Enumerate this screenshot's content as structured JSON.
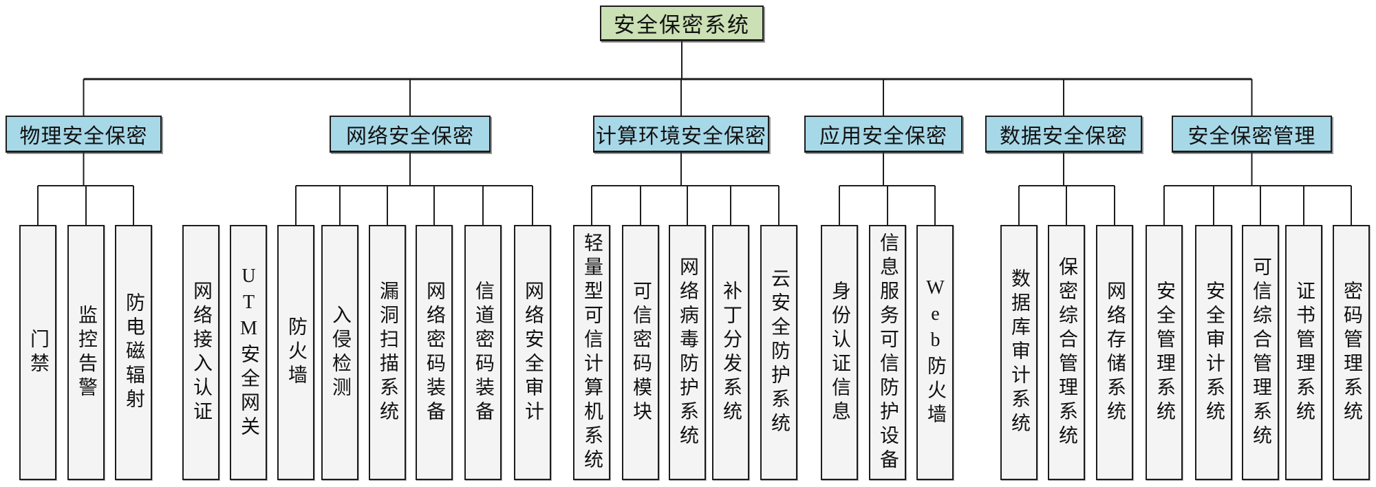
{
  "diagram": {
    "root": {
      "label": "安全保密系统"
    },
    "groups": [
      {
        "label": "物理安全保密",
        "children": [
          {
            "label": "门禁",
            "connected": true
          },
          {
            "label": "监控告警",
            "connected": true
          },
          {
            "label": "防电磁辐射",
            "connected": true
          }
        ]
      },
      {
        "label": "网络安全保密",
        "children": [
          {
            "label": "网络接入认证",
            "connected": false
          },
          {
            "label": "UTM安全网关",
            "connected": false
          },
          {
            "label": "防火墙",
            "connected": true
          },
          {
            "label": "入侵检测",
            "connected": true
          },
          {
            "label": "漏洞扫描系统",
            "connected": true
          },
          {
            "label": "网络密码装备",
            "connected": true
          },
          {
            "label": "信道密码装备",
            "connected": true
          },
          {
            "label": "网络安全审计",
            "connected": true
          }
        ]
      },
      {
        "label": "计算环境安全保密",
        "children": [
          {
            "label": "轻量型可信计算机系统",
            "connected": true
          },
          {
            "label": "可信密码模块",
            "connected": true
          },
          {
            "label": "网络病毒防护系统",
            "connected": true
          },
          {
            "label": "补丁分发系统",
            "connected": true
          },
          {
            "label": "云安全防护系统",
            "connected": true
          }
        ]
      },
      {
        "label": "应用安全保密",
        "children": [
          {
            "label": "身份认证信息",
            "connected": true
          },
          {
            "label": "信息服务可信防护设备",
            "connected": true
          },
          {
            "label": "Web防火墙",
            "connected": true
          }
        ]
      },
      {
        "label": "数据安全保密",
        "children": [
          {
            "label": "数据库审计系统",
            "connected": true
          },
          {
            "label": "保密综合管理系统",
            "connected": true
          },
          {
            "label": "网络存储系统",
            "connected": true
          }
        ]
      },
      {
        "label": "安全保密管理",
        "children": [
          {
            "label": "安全管理系统",
            "connected": true
          },
          {
            "label": "安全审计系统",
            "connected": true
          },
          {
            "label": "可信综合管理系统",
            "connected": true
          },
          {
            "label": "证书管理系统",
            "connected": true
          },
          {
            "label": "密码管理系统",
            "connected": true
          }
        ]
      }
    ],
    "colors": {
      "root_fill": "#cbe0b4",
      "branch_fill": "#a7d8e8",
      "leaf_fill": "#f4f4f4",
      "line": "#1c1c1c",
      "text": "#111111"
    }
  }
}
